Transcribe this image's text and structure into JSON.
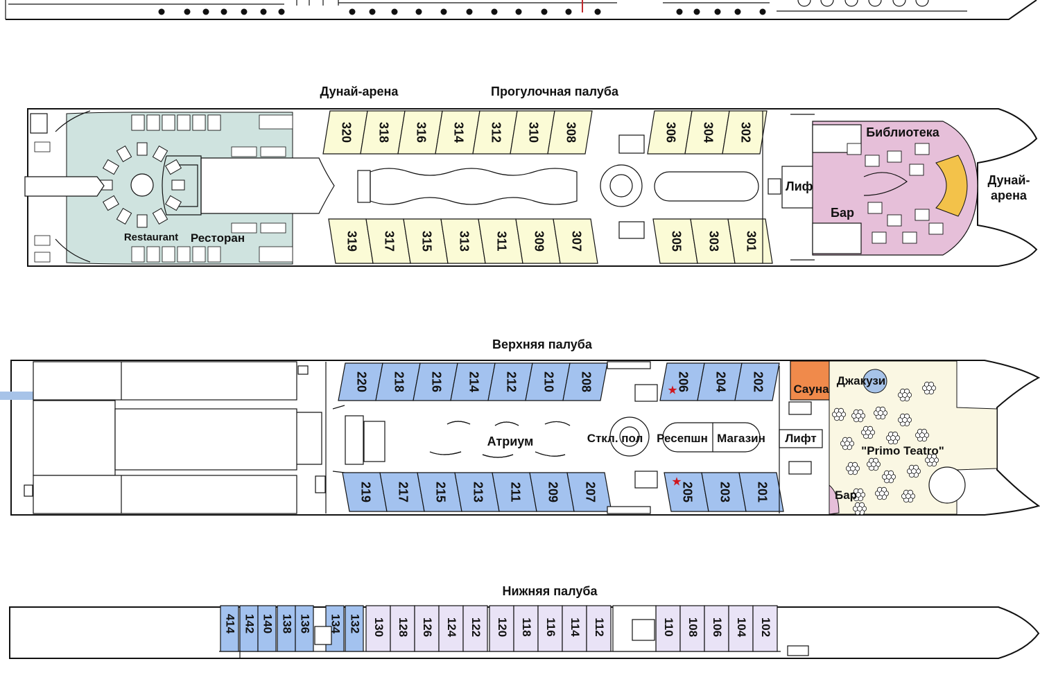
{
  "colors": {
    "restaurant": "#cfe3df",
    "library": "#e6bfd9",
    "arena_seats": "#f3c24a",
    "sauna": "#f08a4b",
    "theatre": "#faf7e3",
    "cabin_promenade": "#fbfbd6",
    "cabin_upper": "#a3c2ef",
    "cabin_main": "#e9e3f6",
    "star": "#d0161d"
  },
  "promenade": {
    "title": "Прогулочная палуба",
    "arena_top_label": "Дунай-арена",
    "labels": {
      "restaurant_en": "Restaurant",
      "restaurant_ru": "Ресторан",
      "library": "Библиотека",
      "lift": "Лифт",
      "bar": "Бар",
      "arena_line1": "Дунай-",
      "arena_line2": "арена"
    },
    "cabins_top": [
      "320",
      "318",
      "316",
      "314",
      "312",
      "310",
      "308",
      "306",
      "304",
      "302"
    ],
    "cabins_bottom": [
      "319",
      "317",
      "315",
      "313",
      "311",
      "309",
      "307",
      "305",
      "303",
      "301"
    ]
  },
  "upper": {
    "title": "Верхняя палуба",
    "labels": {
      "atrium": "Атриум",
      "glass_floor": "Сткл. пол",
      "reception": "Ресепшн",
      "shop": "Магазин",
      "lift": "Лифт",
      "sauna": "Сауна",
      "jacuzzi": "Джакузи",
      "theatre": "\"Primo Teatro\"",
      "bar": "Бар"
    },
    "cabins_top": [
      "220",
      "218",
      "216",
      "214",
      "212",
      "210",
      "208",
      "206",
      "204",
      "202"
    ],
    "cabins_bottom": [
      "219",
      "217",
      "215",
      "213",
      "211",
      "209",
      "207",
      "205",
      "203",
      "201"
    ],
    "starred_cabins": [
      "206",
      "205"
    ]
  },
  "main": {
    "title": "Нижняя палуба",
    "cabins_blue": [
      "414",
      "142",
      "140",
      "138",
      "136",
      "134",
      "132"
    ],
    "cabins_lilac": [
      "130",
      "128",
      "126",
      "124",
      "122",
      "120",
      "118",
      "116",
      "114",
      "112",
      "110",
      "108",
      "106",
      "104",
      "102"
    ]
  }
}
